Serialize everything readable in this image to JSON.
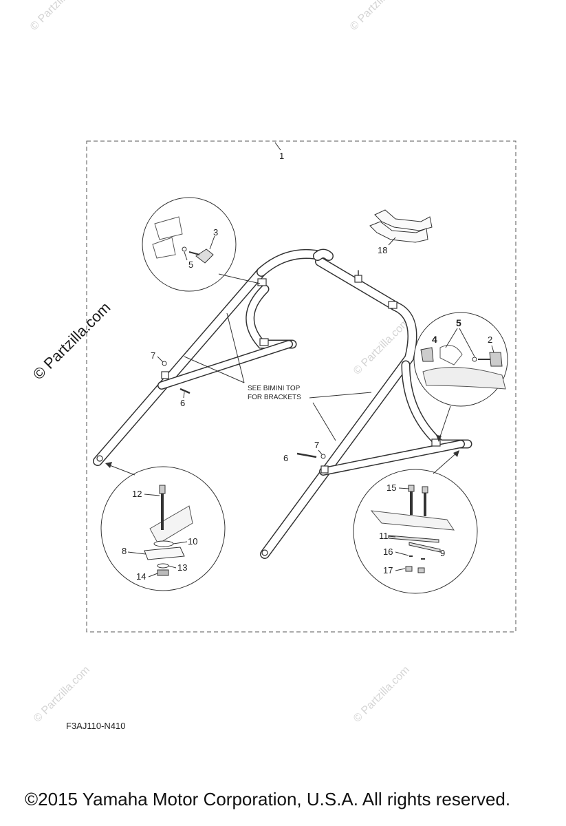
{
  "diagram": {
    "callouts": {
      "c1": "1",
      "c2": "2",
      "c3": "3",
      "c4": "4",
      "c5a": "5",
      "c5b": "5",
      "c6a": "6",
      "c6b": "6",
      "c7a": "7",
      "c7b": "7",
      "c8": "8",
      "c9": "9",
      "c10": "10",
      "c11": "11",
      "c12": "12",
      "c13": "13",
      "c14": "14",
      "c15": "15",
      "c16": "16",
      "c17": "17",
      "c18": "18"
    },
    "note_line1": "SEE BIMINI TOP",
    "note_line2": "FOR BRACKETS",
    "watermark": "© Partzilla.com",
    "watermark_faint": "© Partzilla.com"
  },
  "diagram_code": "F3AJ110-N410",
  "copyright": "©2015  Yamaha Motor Corporation, U.S.A. All rights reserved.",
  "colors": {
    "line": "#333333",
    "watermark": "#d4d4d4",
    "fill": "#f4f4f4"
  }
}
